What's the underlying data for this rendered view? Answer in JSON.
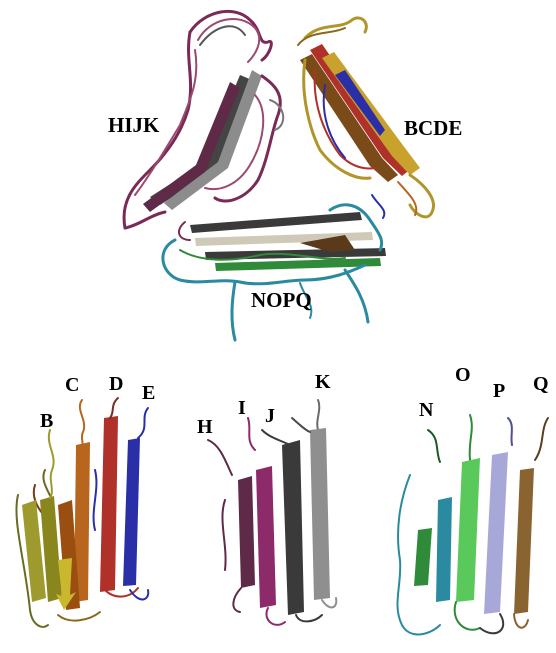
{
  "figure": {
    "top_panel": {
      "clusters": [
        {
          "id": "hijk",
          "label": "HIJK"
        },
        {
          "id": "bcde",
          "label": "BCDE"
        },
        {
          "id": "nopq",
          "label": "NOPQ"
        }
      ]
    },
    "bottom_panel": {
      "groups": [
        {
          "id": "bcde",
          "strands": [
            {
              "label": "B",
              "color": "#9e9a2e"
            },
            {
              "label": "C",
              "color": "#b8661e"
            },
            {
              "label": "D",
              "color": "#b0302a"
            },
            {
              "label": "E",
              "color": "#2a2fa8"
            }
          ]
        },
        {
          "id": "hijk",
          "strands": [
            {
              "label": "H",
              "color": "#5e2a48"
            },
            {
              "label": "I",
              "color": "#8c2a6a"
            },
            {
              "label": "J",
              "color": "#3a3a3a"
            },
            {
              "label": "K",
              "color": "#8f8f8f"
            }
          ]
        },
        {
          "id": "nopq",
          "strands": [
            {
              "label": "N",
              "color": "#2f8a3a"
            },
            {
              "label": "O",
              "color": "#58c95a"
            },
            {
              "label": "P",
              "color": "#a8a8d8"
            },
            {
              "label": "Q",
              "color": "#8a6430"
            }
          ]
        }
      ]
    }
  }
}
